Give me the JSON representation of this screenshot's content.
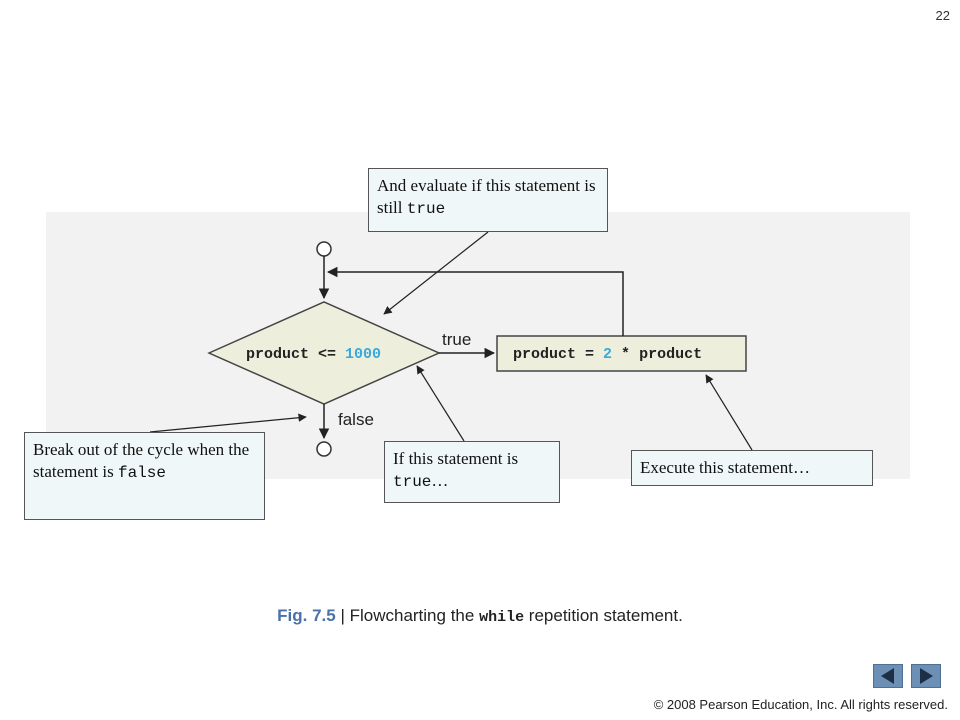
{
  "slide": {
    "number": "22"
  },
  "flowchart": {
    "condition": {
      "var": "product",
      "op": "<=",
      "value": "1000"
    },
    "action": {
      "lhs": "product",
      "eq": "=",
      "num": "2",
      "mul": "*",
      "rhs": "product"
    },
    "true_label": "true",
    "false_label": "false"
  },
  "callouts": {
    "evaluate": {
      "text": "And evaluate if this statement is still ",
      "code": "true"
    },
    "break_out": {
      "text": "Break out of the cycle when the statement is ",
      "code": "false"
    },
    "if_true": {
      "text": "If this statement is ",
      "code": "true",
      "suffix": "…"
    },
    "execute": {
      "text": "Execute this statement…"
    }
  },
  "caption": {
    "fig": "Fig. 7.5",
    "sep": " | Flowcharting the ",
    "code": "while",
    "rest": " repetition statement."
  },
  "footer": {
    "copyright": "© 2008 Pearson Education, Inc.  All rights reserved."
  },
  "colors": {
    "fig_label": "#4a72a8",
    "literal": "#3aa8d8",
    "shape_fill": "#eeeedc",
    "nav": "#6b8fb5"
  }
}
